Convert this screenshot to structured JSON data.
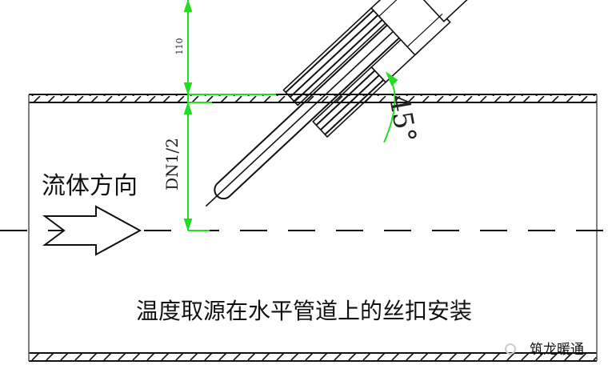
{
  "labels": {
    "flow_direction": "流体方向",
    "caption": "温度取源在水平管道上的丝扣安装",
    "dim_insertion": "DN1/2",
    "dim_height": "110",
    "angle": "45°",
    "watermark": "筑龙暖通"
  },
  "colors": {
    "line": "#111111",
    "dimension": "#22dd22"
  }
}
